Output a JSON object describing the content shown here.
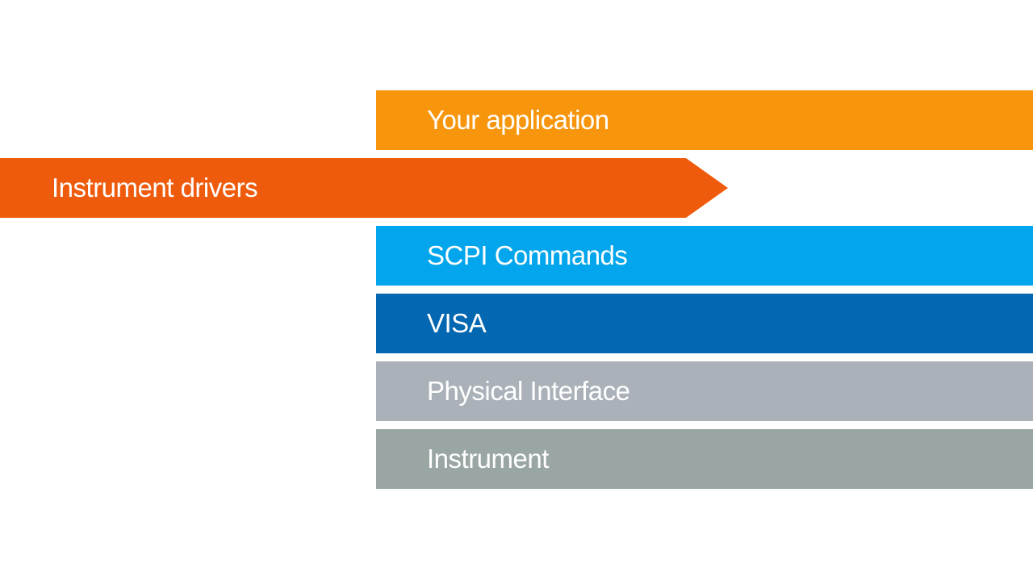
{
  "diagram": {
    "layers": [
      {
        "label": "Your application",
        "color": "#f7960c"
      },
      {
        "label": "SCPI Commands",
        "color": "#03a6ec"
      },
      {
        "label": "VISA",
        "color": "#0367b1"
      },
      {
        "label": "Physical Interface",
        "color": "#aab1b8"
      },
      {
        "label": "Instrument",
        "color": "#99a6a4"
      }
    ],
    "drivers_arrow": {
      "label": "Instrument drivers",
      "color": "#ef5b0c"
    }
  }
}
